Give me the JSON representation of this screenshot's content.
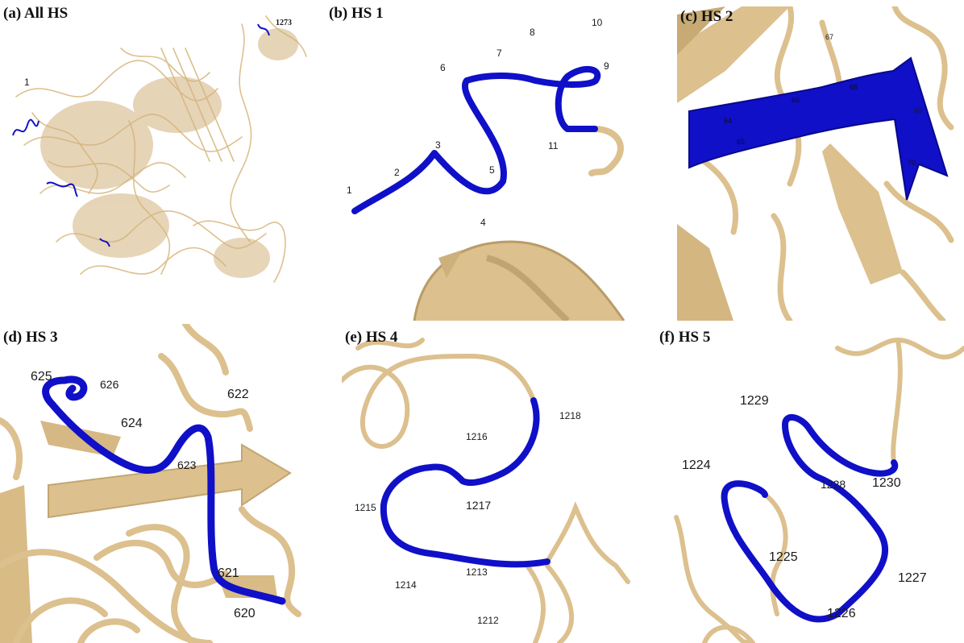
{
  "colors": {
    "protein": "#dcc08e",
    "protein_dark": "#b99c68",
    "hotspot": "#1010c8",
    "background": "#ffffff"
  },
  "panels": {
    "a": {
      "title": "(a) All HS",
      "labels": [
        "1",
        "1273"
      ]
    },
    "b": {
      "title": "(b) HS 1",
      "labels": [
        "1",
        "2",
        "3",
        "4",
        "5",
        "6",
        "7",
        "8",
        "9",
        "10",
        "11"
      ]
    },
    "c": {
      "title": "(c) HS 2",
      "labels": [
        "67",
        "64",
        "65",
        "66",
        "68",
        "69",
        "70"
      ]
    },
    "d": {
      "title": "(d) HS 3",
      "labels": [
        "625",
        "626",
        "624",
        "622",
        "623",
        "621",
        "620"
      ]
    },
    "e": {
      "title": "(e) HS 4",
      "labels": [
        "1218",
        "1216",
        "1217",
        "1215",
        "1214",
        "1213",
        "1212"
      ]
    },
    "f": {
      "title": "(f) HS 5",
      "labels": [
        "1229",
        "1224",
        "1228",
        "1230",
        "1225",
        "1227",
        "1226"
      ]
    }
  }
}
